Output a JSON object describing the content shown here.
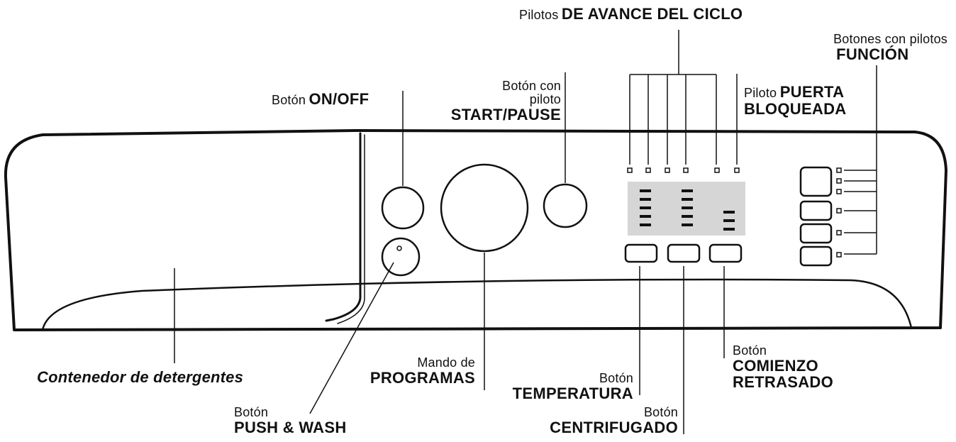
{
  "labels": {
    "pilotos_avance": {
      "prefix": "Pilotos",
      "bold": "DE AVANCE DEL CICLO"
    },
    "botones_funcion": {
      "line1": "Botones con pilotos",
      "line2": "FUNCIÓN"
    },
    "on_off": {
      "prefix": "Botón",
      "bold": "ON/OFF"
    },
    "start_pause": {
      "line1": "Botón con",
      "line2": "piloto",
      "line3": "START/PAUSE"
    },
    "puerta": {
      "prefix": "Piloto",
      "bold1": "PUERTA",
      "bold2": "BLOQUEADA"
    },
    "contenedor": "Contenedor de detergentes",
    "programas": {
      "line1": "Mando de",
      "line2": "PROGRAMAS"
    },
    "temperatura": {
      "line1": "Botón",
      "line2": "TEMPERATURA"
    },
    "centrifugado": {
      "line1": "Botón",
      "line2": "CENTRIFUGADO"
    },
    "comienzo": {
      "line1": "Botón",
      "line2": "COMIENZO",
      "line3": "RETRASADO"
    },
    "push_wash": {
      "line1": "Botón",
      "line2": "PUSH & WASH"
    }
  }
}
